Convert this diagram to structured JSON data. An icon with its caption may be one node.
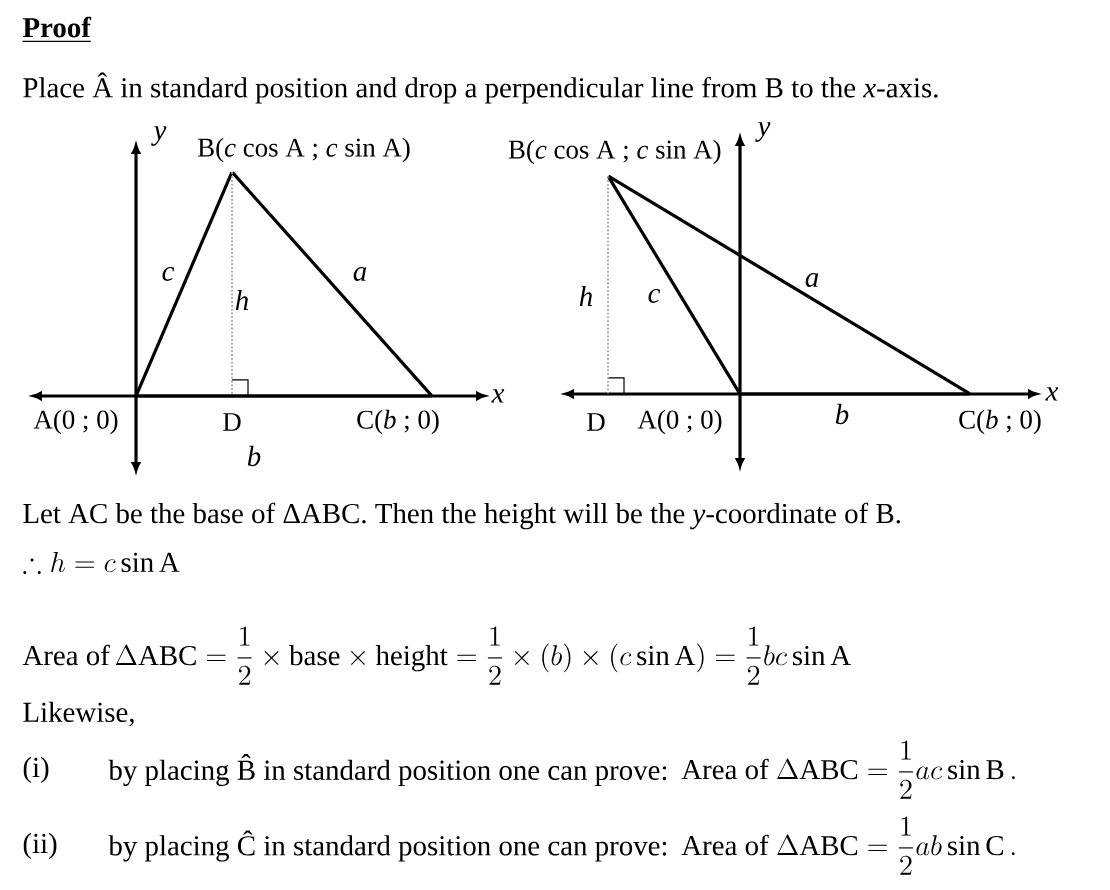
{
  "diagram": {
    "title": "Proof",
    "nodes": [
      {
        "text": [],
        "shape": "point",
        "beside": [
          "B(*c* cos A ; *c* sin A)"
        ]
      },
      {
        "text": [],
        "shape": "point",
        "beside": [
          "A(0 ; 0)"
        ]
      },
      {
        "text": [],
        "shape": "point",
        "beside": [
          "D"
        ]
      },
      {
        "text": [],
        "shape": "point",
        "beside": [
          "C(*b* ; 0)"
        ]
      },
      {
        "text": [],
        "shape": "point",
        "beside": [
          "B(*c* cos A ; *c* sin A)"
        ]
      },
      {
        "text": [],
        "shape": "point",
        "beside": [
          "D"
        ]
      },
      {
        "text": [],
        "shape": "point",
        "beside": [
          "A(0 ; 0)"
        ]
      },
      {
        "text": [],
        "shape": "point",
        "beside": [
          "C(*b* ; 0)"
        ]
      }
    ],
    "edges": [
      {
        "from": 1,
        "to": 0,
        "arrow": "none",
        "label": "c"
      },
      {
        "from": 0,
        "to": 3,
        "arrow": "none",
        "label": "a"
      },
      {
        "from": 1,
        "to": 3,
        "arrow": "none",
        "label": "b"
      },
      {
        "from": 0,
        "to": 2,
        "arrow": "none",
        "label": "h",
        "style": "dashed",
        "color": "#a0a0a0"
      },
      {
        "from": 6,
        "to": 4,
        "arrow": "none",
        "label": "c"
      },
      {
        "from": 4,
        "to": 7,
        "arrow": "none",
        "label": "a"
      },
      {
        "from": 6,
        "to": 7,
        "arrow": "none",
        "label": "b"
      },
      {
        "from": 4,
        "to": 5,
        "arrow": "none",
        "label": "h",
        "style": "dashed",
        "color": "#a0a0a0"
      }
    ],
    "labels": [
      "Place Â in standard position and drop a perpendicular line from B to the *x*-axis.",
      "y",
      "y",
      "x",
      "x",
      "Let AC be the base of ΔABC. Then the height will be the *y*-coordinate of B.",
      "\\therefore h=c\\sin\\mathrm{A}",
      "\\text{Area of}\\,\\Delta\\mathrm{ABC}=\\frac{1}{2}\\times\\text{base}\\times\\text{height}=\\frac{1}{2}\\times(b)\\times(c\\sin\\mathrm{A})=\\frac{1}{2}bc\\sin\\mathrm{A}",
      "Likewise,",
      "(i)",
      "by placing B̂ in standard position one can prove:",
      "\\text{Area of }\\Delta\\mathrm{ABC}=\\frac{1}{2}ac\\sin\\mathrm{B}\\,.",
      "(ii)",
      "by placing Ĉ in standard position one can prove:",
      "\\text{Area of }\\Delta\\mathrm{ABC}=\\frac{1}{2}ab\\sin\\mathrm{C}\\,."
    ]
  }
}
